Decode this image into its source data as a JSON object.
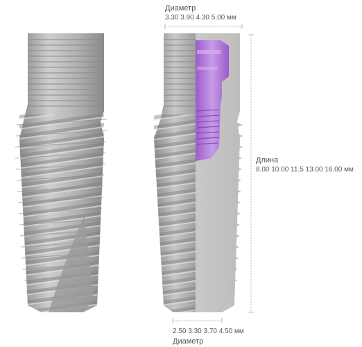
{
  "top_diameter": {
    "title": "Диаметр",
    "values": "3.30  3.90  4.30  5.00 мм"
  },
  "length": {
    "title": "Длина",
    "values": "8.00  10.00  11.5  13.00  16.00 мм"
  },
  "bottom_diameter": {
    "values": "2.50  3.30  3.70  4.50 мм",
    "title": "Диаметр"
  },
  "colors": {
    "implant_metal": "#b4b4b4",
    "implant_shadow": "#7a7a7a",
    "abutment_purple": "#b07ad8",
    "dim_line": "#bbbbbb"
  }
}
